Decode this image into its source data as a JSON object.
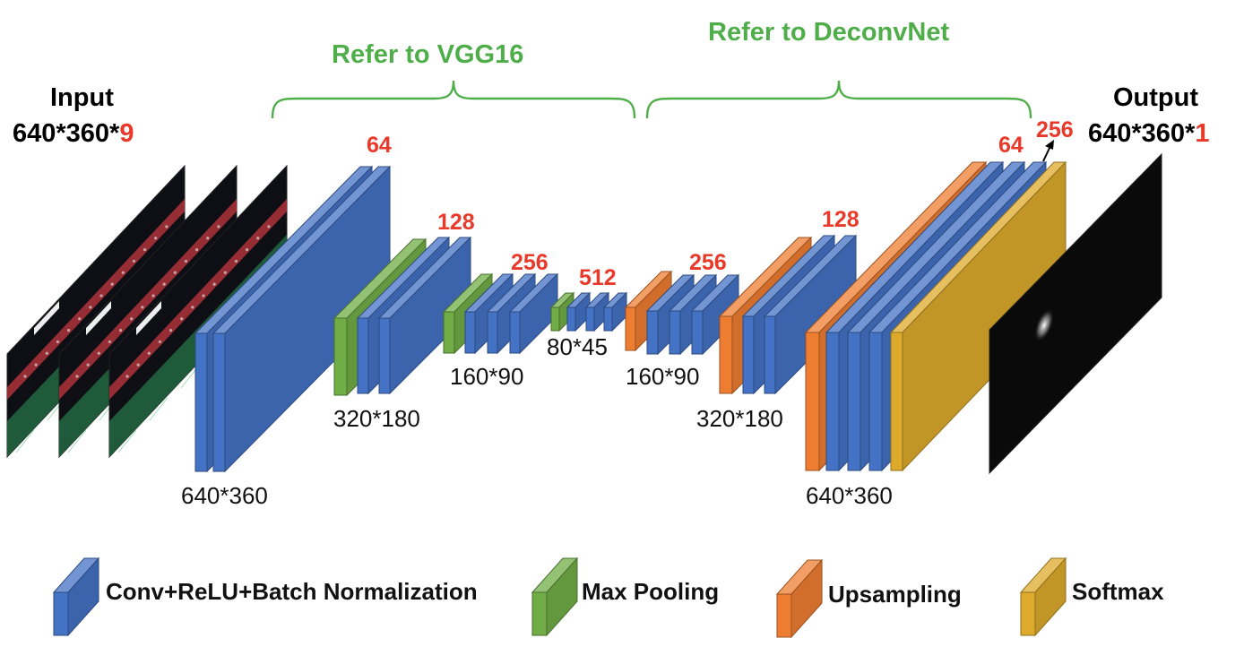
{
  "headers": {
    "input_label": "Input",
    "input_dims_prefix": "640*360*",
    "input_dims_highlight": "9",
    "output_label": "Output",
    "output_dims_prefix": "640*360*",
    "output_dims_highlight": "1",
    "vgg_brace_label": "Refer to VGG16",
    "deconv_brace_label": "Refer to DeconvNet"
  },
  "channel_labels": {
    "enc_64": "64",
    "enc_128": "128",
    "enc_256": "256",
    "enc_512": "512",
    "dec_256": "256",
    "dec_128": "128",
    "dec_64": "64",
    "dec_256_final": "256"
  },
  "resolution_labels": {
    "enc_640": "640*360",
    "enc_320": "320*180",
    "enc_160": "160*90",
    "bottleneck": "80*45",
    "dec_160": "160*90",
    "dec_320": "320*180",
    "dec_640": "640*360"
  },
  "legend": {
    "conv": "Conv+ReLU+Batch Normalization",
    "pool": "Max Pooling",
    "upsample": "Upsampling",
    "softmax": "Softmax"
  },
  "colors": {
    "conv": "#4472c4",
    "pool": "#70ad47",
    "upsample": "#ed7d31",
    "softmax": "#ddaa2b",
    "brace": "#4fae4a",
    "highlight": "#e8392a"
  }
}
